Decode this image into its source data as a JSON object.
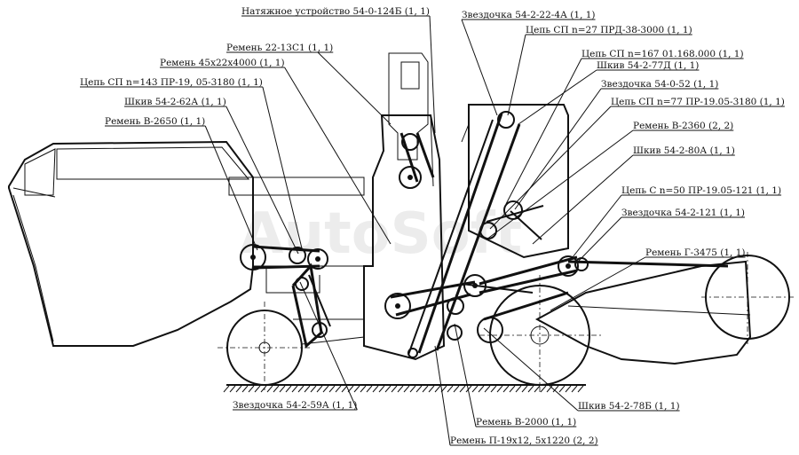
{
  "watermark": "AutoSoft",
  "labels": [
    "Натяжное устройство 54-0-124Б (1, 1)",
    "Звездочка 54-2-22-4А (1, 1)",
    "Цепь СП n=27 ПРД-38-3000 (1, 1)",
    "Ремень 22-13С1 (1, 1)",
    "Ремень 45x22x4000 (1, 1)",
    "Цепь СП n=167 01.168.000 (1, 1)",
    "Шкив 54-2-77Д (1, 1)",
    "Цепь СП n=143 ПР-19, 05-3180 (1, 1)",
    "Звездочка 54-0-52 (1, 1)",
    "Шкив 54-2-62А (1, 1)",
    "Цепь СП n=77 ПР-19.05-3180 (1, 1)",
    "Ремень В-2650 (1, 1)",
    "Ремень В-2360 (2, 2)",
    "Шкив 54-2-80А (1, 1)",
    "Цепь С n=50 ПР-19.05-121 (1, 1)",
    "Звездочка 54-2-121 (1, 1)",
    "Ремень Г-3475 (1, 1)",
    "Звездочка 54-2-59А (1, 1)",
    "Шкив 54-2-78Б (1, 1)",
    "Ремень В-2000 (1, 1)",
    "Ремень П-19x12, 5x1220 (2, 2)"
  ]
}
